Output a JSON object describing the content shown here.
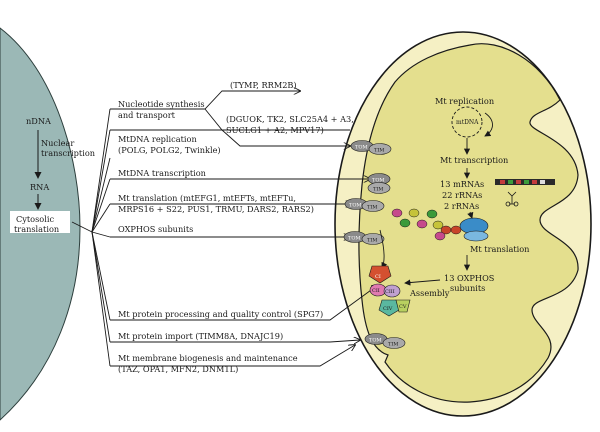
{
  "nucleus": {
    "ndna": "nDNA",
    "nuclear_transcription": [
      "Nuclear",
      "transcription"
    ],
    "rna": "RNA",
    "cytosolic_translation": [
      "Cytosolic",
      "translation"
    ]
  },
  "branches": {
    "nucleotide": {
      "title": [
        "Nucleotide synthesis",
        "and transport"
      ],
      "genes_a": "(TYMP, RRM2B)",
      "genes_b": [
        "(DGUOK, TK2, SLC25A4 + A3,",
        "SUCLG1 + A2, MPV17)"
      ]
    },
    "replication": {
      "title": "MtDNA replication",
      "genes": "(POLG, POLG2, Twinkle)"
    },
    "transcription": {
      "title": "MtDNA transcription"
    },
    "translation": {
      "lines": [
        "Mt translation (mtEFG1, mtEFTs, mtEFTu,",
        "MRPS16 + S22, PUS1, TRMU, DARS2, RARS2)"
      ]
    },
    "oxphos": {
      "title": "OXPHOS subunits"
    },
    "processing": {
      "title": "Mt protein processing and quality control (SPG7)"
    },
    "import": {
      "title": "Mt protein import (TIMM8A, DNAJC19)"
    },
    "membrane": {
      "title": "Mt membrane biogenesis and maintenance",
      "genes": "(TAZ, OPA1, MFN2, DNM1L)"
    }
  },
  "mito": {
    "replication": "Mt replication",
    "mtdna": "mtDNA",
    "transcription": "Mt transcription",
    "products": [
      "13 mRNAs",
      "22 rRNAs",
      "2 rRNAs"
    ],
    "translation": "Mt translation",
    "subunits": [
      "13 OXPHOS",
      "subunits"
    ],
    "assembly": "Assembly",
    "tom": "TOM",
    "tim": "TIM",
    "complexes": [
      "CI",
      "CII",
      "CIII",
      "CIV",
      "CV"
    ]
  }
}
